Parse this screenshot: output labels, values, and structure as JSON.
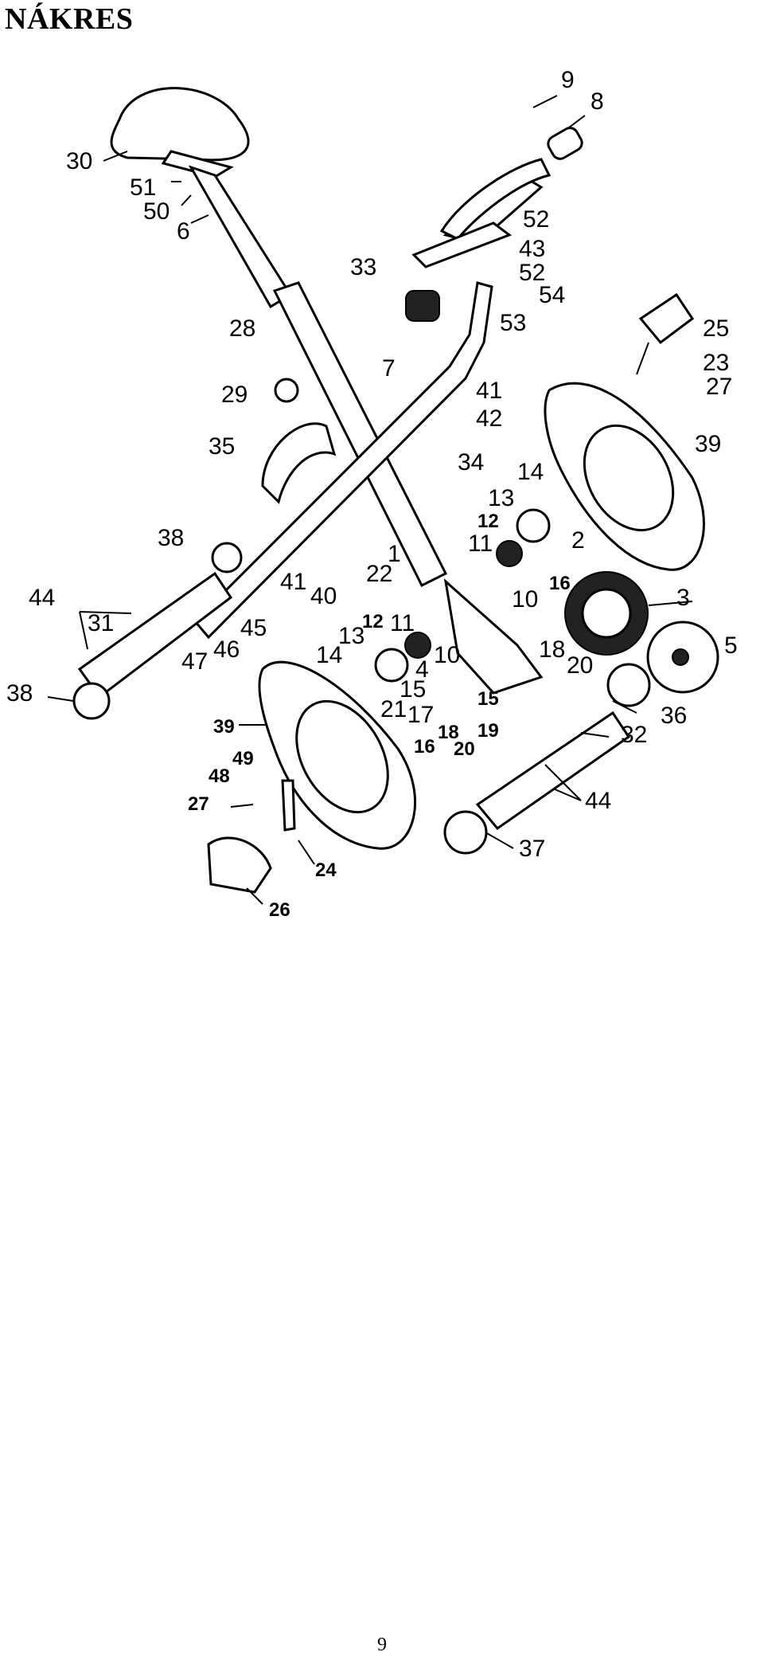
{
  "header": {
    "title": "NÁKRES"
  },
  "diagram": {
    "labels": [
      "30",
      "51",
      "50",
      "6",
      "9",
      "8",
      "52",
      "43",
      "52",
      "54",
      "53",
      "33",
      "28",
      "29",
      "35",
      "7",
      "41",
      "42",
      "34",
      "25",
      "23",
      "27",
      "39",
      "14",
      "13",
      "12",
      "11",
      "2",
      "16",
      "3",
      "38",
      "44",
      "31",
      "41",
      "40",
      "22",
      "1",
      "12",
      "11",
      "13",
      "14",
      "10",
      "10",
      "4",
      "15",
      "21",
      "17",
      "18",
      "19",
      "16",
      "20",
      "15",
      "18",
      "20",
      "47",
      "46",
      "45",
      "5",
      "36",
      "32",
      "38",
      "39",
      "49",
      "48",
      "27",
      "24",
      "26",
      "44",
      "37"
    ]
  },
  "footer": {
    "page_number": "9"
  }
}
